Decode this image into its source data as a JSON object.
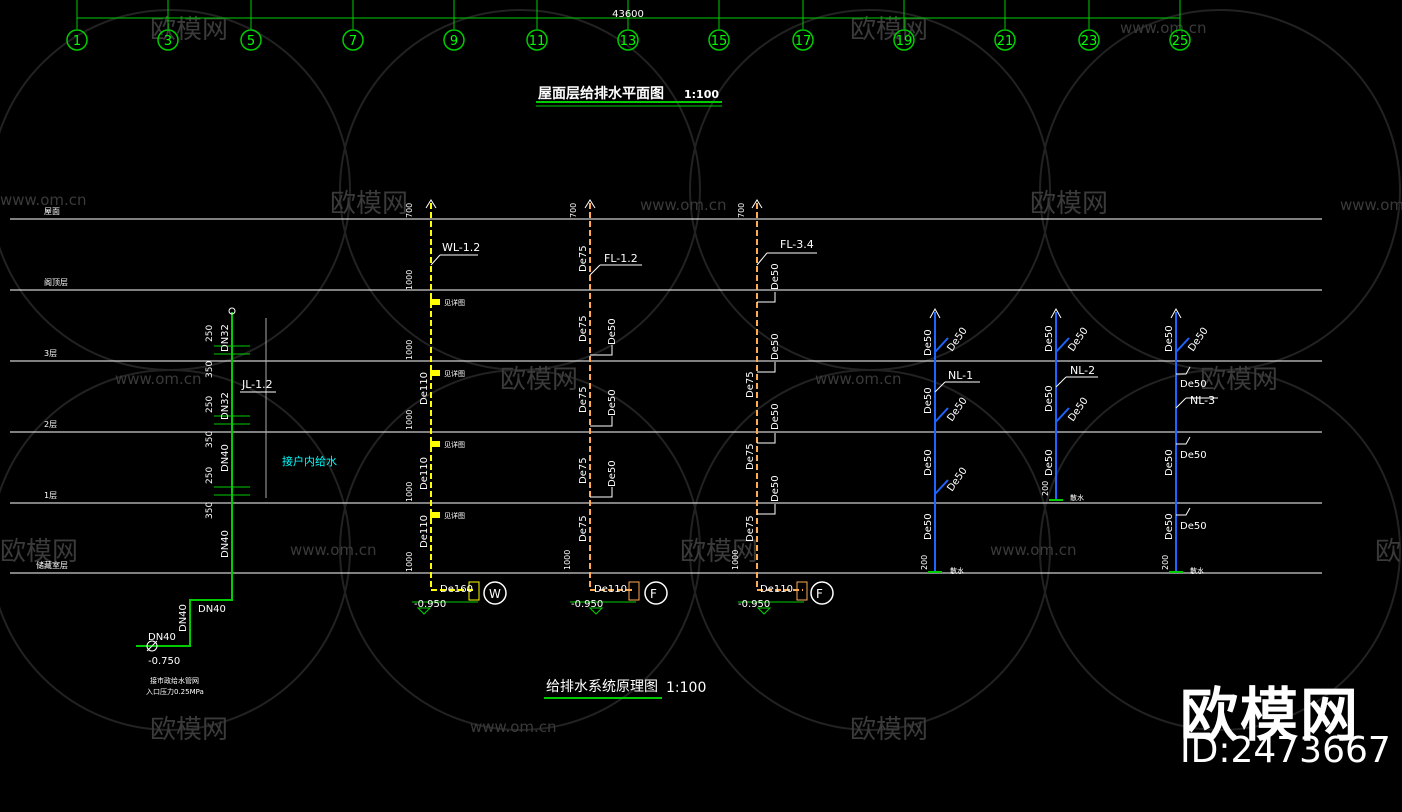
{
  "axis_grid": {
    "total_dim": "43600",
    "labels": [
      "1",
      "3",
      "5",
      "7",
      "9",
      "11",
      "13",
      "15",
      "17",
      "19",
      "21",
      "23",
      "25"
    ]
  },
  "titles": {
    "roof_plan": "屋面层给排水平面图",
    "roof_scale": "1:100",
    "system": "给排水系统原理图",
    "system_scale": "1:100"
  },
  "floors": [
    "屋面",
    "阁顶层",
    "3层",
    "2层",
    "1层",
    "储藏室层"
  ],
  "supply": {
    "riser_label": "JL-1.2",
    "dims": [
      "250",
      "350",
      "250",
      "350",
      "250",
      "350"
    ],
    "pipe_sizes": [
      "DN32",
      "DN32",
      "DN40",
      "DN40",
      "DN40",
      "DN40",
      "DN40"
    ],
    "branch_label": "接户内给水",
    "elev": "-0.750",
    "note1": "接市政给水管网",
    "note2": "入口压力0.25MPa"
  },
  "risers": [
    {
      "label": "WL-1.2",
      "sizes": [
        "De110",
        "De110",
        "De110"
      ],
      "bottom": "De160",
      "elev": "-0.950",
      "symbol": "W",
      "dims": [
        "700",
        "1000",
        "1000",
        "1000",
        "1000",
        "1000"
      ],
      "fixture": "见详图"
    },
    {
      "label": "FL-1.2",
      "sizes": [
        "De75",
        "De75",
        "De75",
        "De75",
        "De75"
      ],
      "branch": "De50",
      "bottom": "De110",
      "elev": "-0.950",
      "symbol": "F",
      "dims": [
        "700",
        "1000"
      ]
    },
    {
      "label": "FL-3.4",
      "sizes": [
        "De50",
        "De75",
        "De75",
        "De75"
      ],
      "branch": "De50",
      "bottom": "De110",
      "elev": "-0.950",
      "symbol": "F",
      "dims": [
        "700",
        "1000"
      ]
    }
  ],
  "condensate": [
    {
      "label": "NL-1",
      "size": "De50",
      "dim": "200",
      "note": "散水"
    },
    {
      "label": "NL-2",
      "size": "De50",
      "dim": "200",
      "note": "散水"
    },
    {
      "label": "NL-3",
      "size": "De50",
      "dim": "200",
      "note": "散水"
    }
  ],
  "watermark": {
    "brand": "欧模网",
    "id": "ID:2473667",
    "site": "www.om.cn"
  },
  "colors": {
    "background": "#000000",
    "grid": "#00ff00",
    "supply": "#00cc00",
    "drain": "#ffff00",
    "waste": "#ffaa55",
    "condensate": "#1e64ff",
    "floor_line": "#ffffff",
    "note": "#00ffff"
  }
}
